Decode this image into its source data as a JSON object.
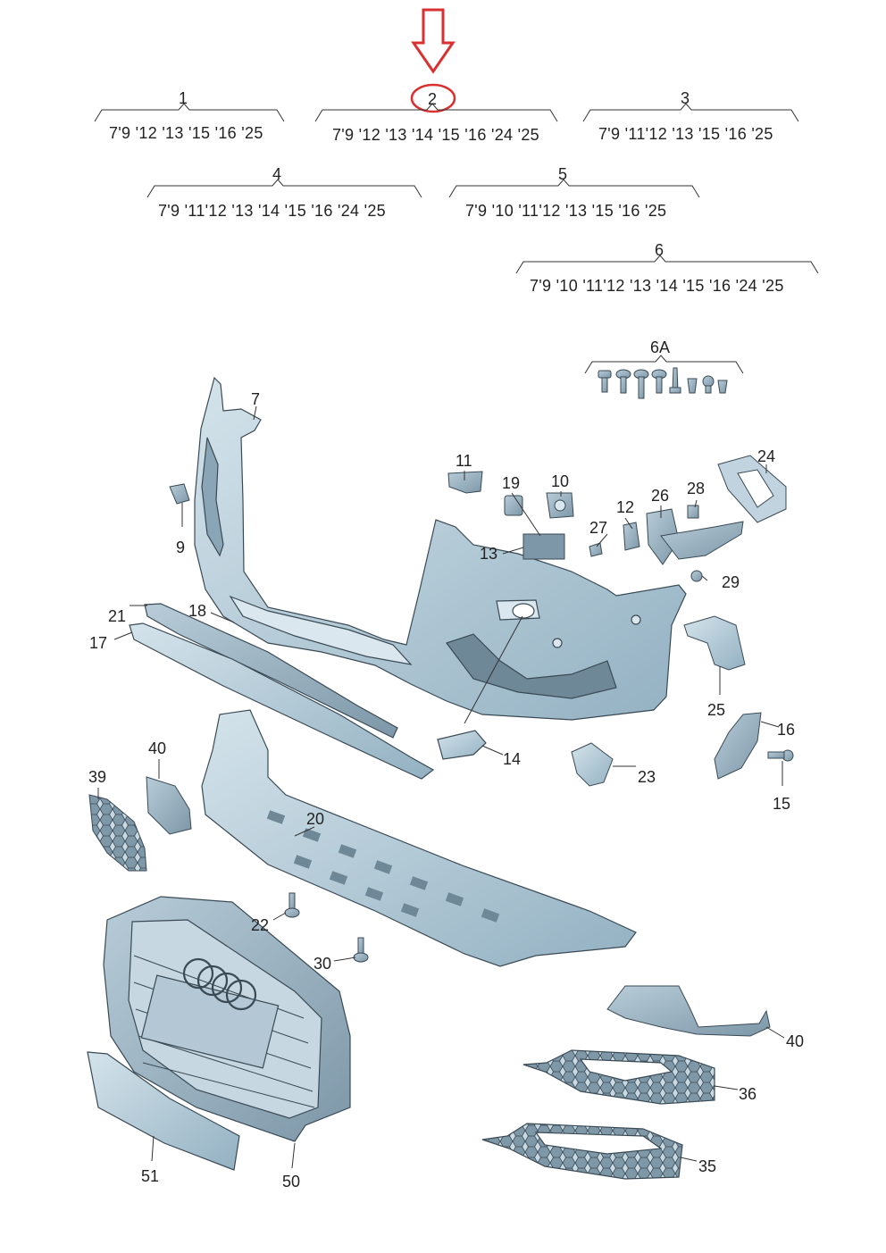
{
  "variants": [
    {
      "number": "1",
      "years": "7'9 '12 '13 '15 '16 '25"
    },
    {
      "number": "2",
      "years": "7'9 '12 '13 '14 '15 '16 '24  '25"
    },
    {
      "number": "3",
      "years": "7'9 '11'12 '13 '15 '16 '25"
    },
    {
      "number": "4",
      "years": "7'9 '11'12 '13 '14 '15 '16 '24  '25"
    },
    {
      "number": "5",
      "years": "7'9 '10 '11'12 '13 '15 '16 '25"
    },
    {
      "number": "6",
      "years": "7'9 '10 '11'12 '13 '14 '15 '16 '24  '25"
    }
  ],
  "hardware_set_label": "6A",
  "callouts": {
    "p7": "7",
    "p9": "9",
    "p11": "11",
    "p19": "19",
    "p10": "10",
    "p24": "24",
    "p26": "26",
    "p28": "28",
    "p12": "12",
    "p27": "27",
    "p13": "13",
    "p29": "29",
    "p21": "21",
    "p18": "18",
    "p17": "17",
    "p25": "25",
    "p16": "16",
    "p14": "14",
    "p40a": "40",
    "p39": "39",
    "p23": "23",
    "p15": "15",
    "p20": "20",
    "p22": "22",
    "p30": "30",
    "p40b": "40",
    "p36": "36",
    "p35": "35",
    "p51": "51",
    "p50": "50"
  },
  "colors": {
    "highlight": "#d93030",
    "part_fill": "#a9c3d1",
    "part_fill_light": "#cfdfe8",
    "part_stroke": "#3a4a55",
    "line": "#333333"
  },
  "icons": {
    "arrow": "down-arrow-icon",
    "circle": "highlight-circle-icon"
  }
}
